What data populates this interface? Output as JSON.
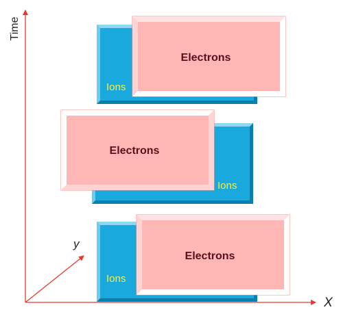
{
  "axes": {
    "time_label": "Time",
    "x_label": "X",
    "y_label": "y"
  },
  "panels": [
    {
      "electrons_label": "Electrons",
      "ions_label": "Ions"
    },
    {
      "electrons_label": "Electrons",
      "ions_label": "Ions"
    },
    {
      "electrons_label": "Electrons",
      "ions_label": "Ions"
    }
  ],
  "colors": {
    "axis": "#e8382a",
    "ions_fill": "#19a9dd",
    "electrons_fill": "#ffb7b6",
    "electrons_text": "#5a0f1c",
    "ions_text": "#ffee33"
  }
}
